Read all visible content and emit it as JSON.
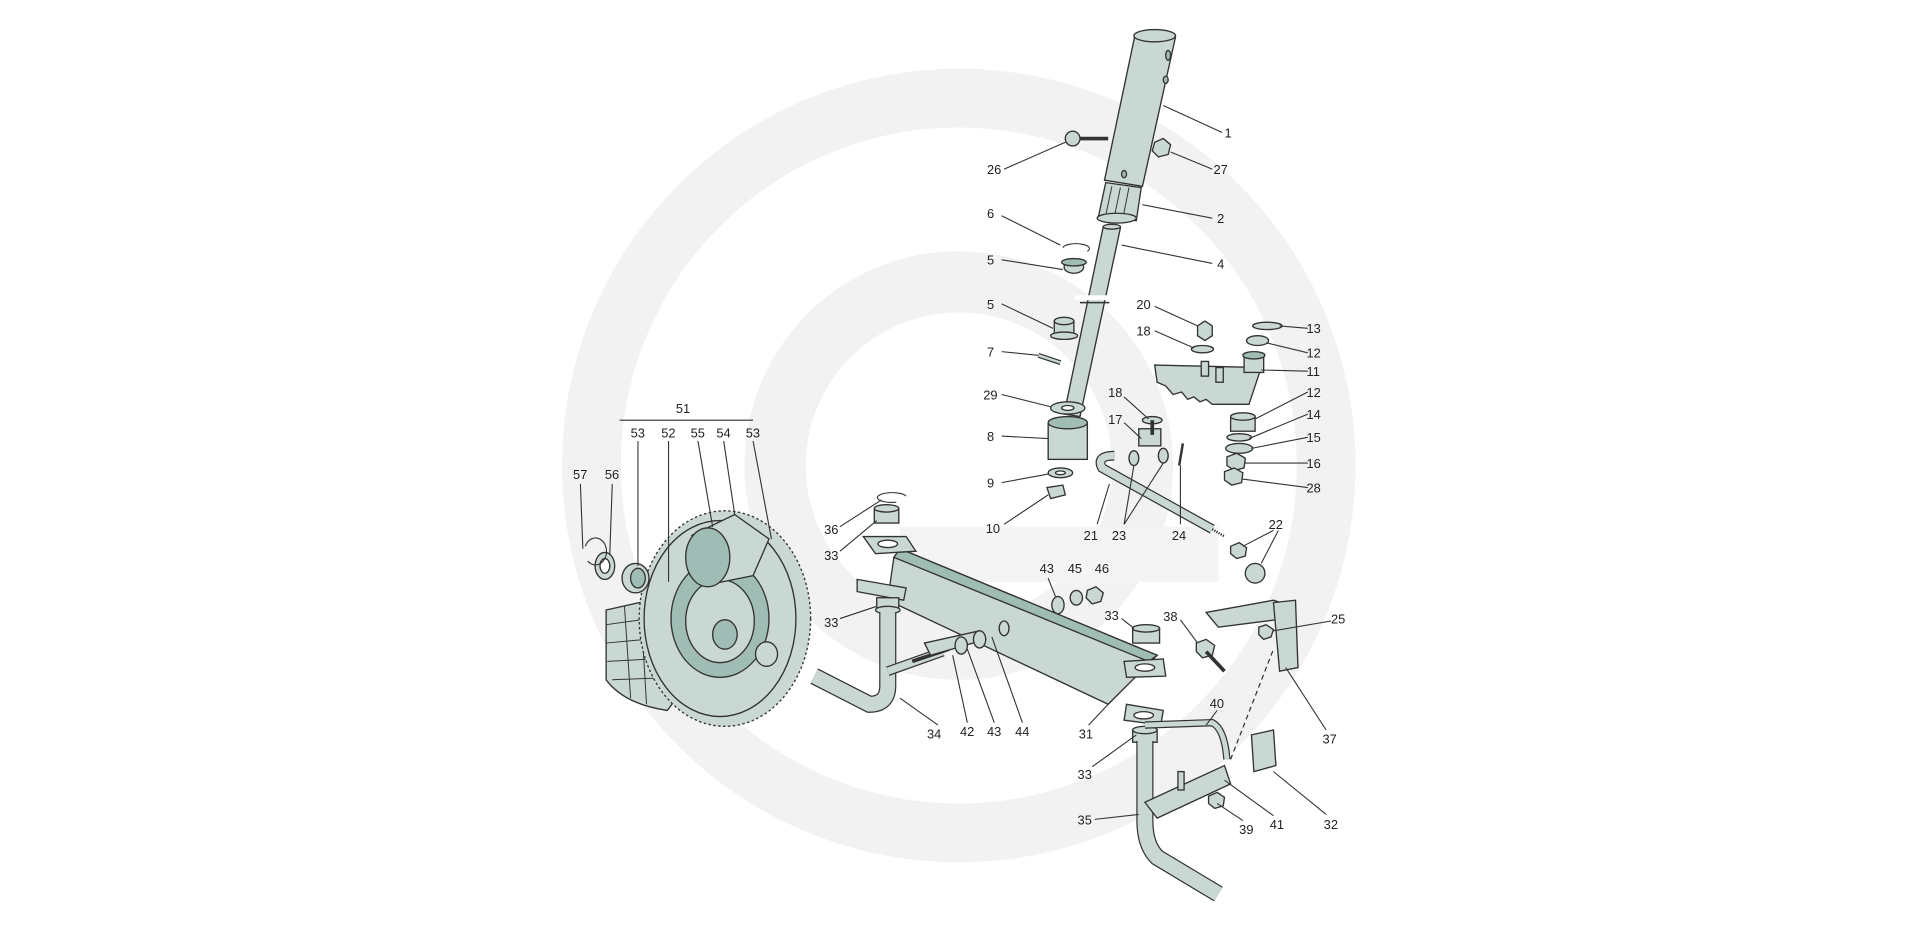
{
  "diagram": {
    "type": "exploded-parts-diagram",
    "colors": {
      "part_fill": "#c9d8d3",
      "part_dark": "#9fbdb5",
      "outline": "#333333",
      "watermark": "#f2f2f2"
    },
    "labels": [
      "1",
      "26",
      "27",
      "2",
      "6",
      "5",
      "4",
      "5",
      "20",
      "13",
      "18",
      "12",
      "7",
      "11",
      "29",
      "18",
      "12",
      "17",
      "14",
      "8",
      "15",
      "16",
      "9",
      "28",
      "10",
      "21",
      "23",
      "24",
      "22",
      "36",
      "33",
      "51",
      "53",
      "52",
      "55",
      "54",
      "53",
      "57",
      "56",
      "43",
      "45",
      "46",
      "33",
      "38",
      "25",
      "33",
      "34",
      "42",
      "43",
      "44",
      "31",
      "40",
      "37",
      "33",
      "35",
      "39",
      "41",
      "32"
    ]
  }
}
